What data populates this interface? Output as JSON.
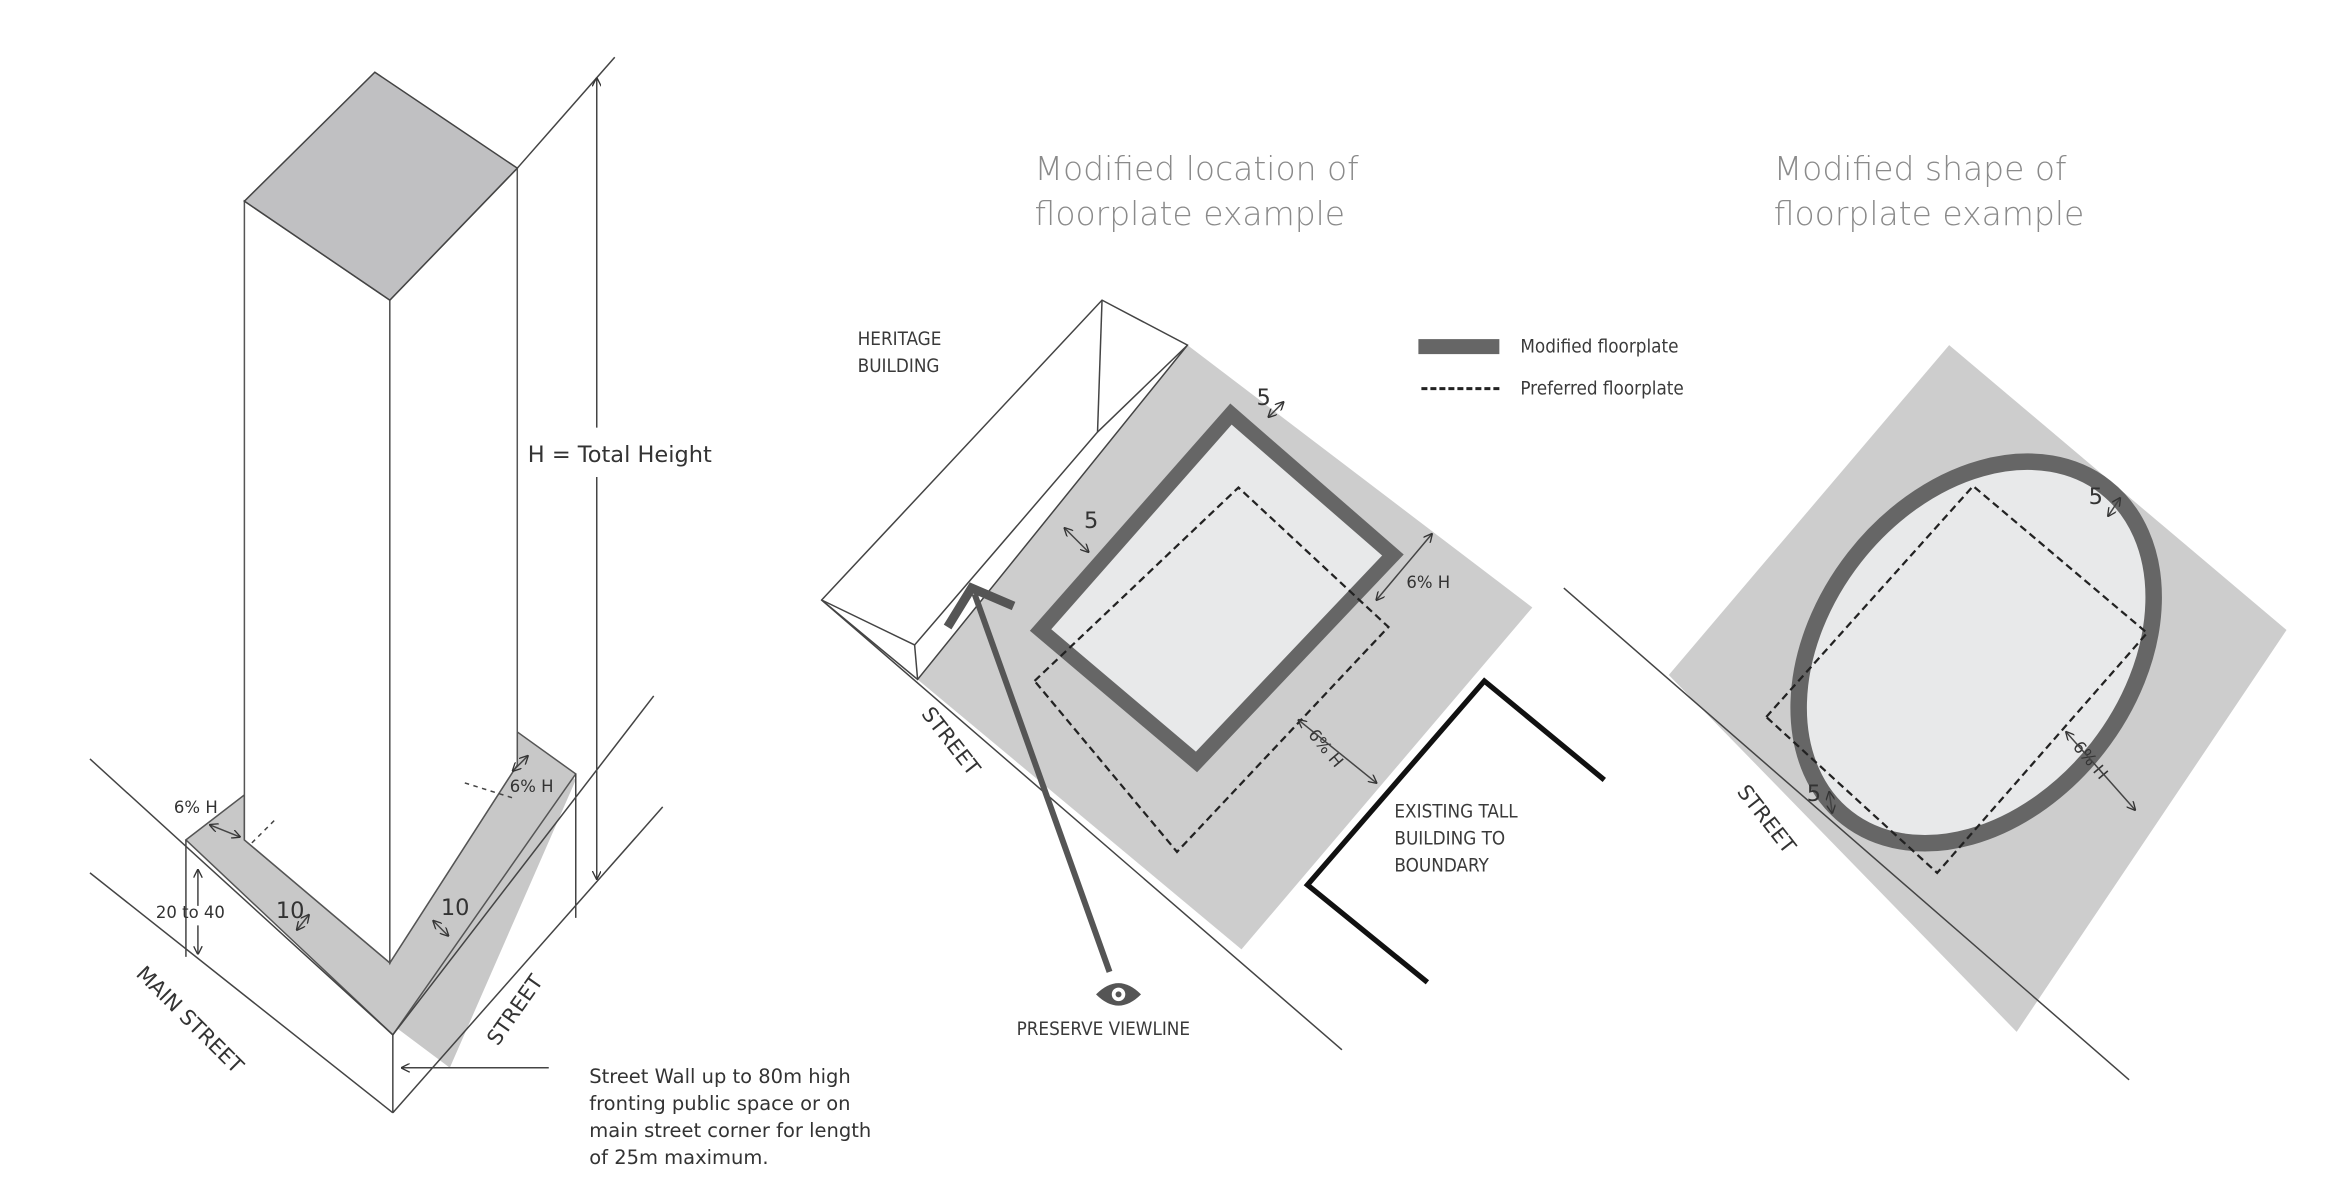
{
  "panel_left": {
    "height_label": "H = Total Height",
    "setback_top_left": "6% H",
    "setback_top_right": "6% H",
    "podium_height": "20 to 40",
    "setback_left": "10",
    "setback_right": "10",
    "street_main": "MAIN STREET",
    "street_side": "STREET",
    "note_lines": [
      "Street Wall up to 80m high",
      "fronting public space or on",
      "main street corner for length",
      "of 25m maximum."
    ]
  },
  "panel_middle": {
    "title_lines": [
      "Modified location of",
      "floorplate example"
    ],
    "heritage_label_lines": [
      "HERITAGE",
      "BUILDING"
    ],
    "setback_top": "5",
    "setback_heritage": "5",
    "setback_right": "6% H",
    "setback_bottom": "6% H",
    "street_label": "STREET",
    "existing_label_lines": [
      "EXISTING TALL",
      "BUILDING TO",
      "BOUNDARY"
    ],
    "viewline_label": "PRESERVE VIEWLINE",
    "legend": [
      {
        "type": "solid",
        "label": "Modified floorplate"
      },
      {
        "type": "dashed",
        "label": "Preferred floorplate"
      }
    ]
  },
  "panel_right": {
    "title_lines": [
      "Modified shape of",
      "floorplate example"
    ],
    "setback_top": "5",
    "setback_bottom": "5",
    "setback_right": "6% H",
    "street_label": "STREET"
  },
  "colors": {
    "site_fill": "#cdcdcd",
    "floorplate_stroke": "#666666",
    "floorplate_fill": "#e8e9ea",
    "tower_top": "#c0c0c2"
  }
}
